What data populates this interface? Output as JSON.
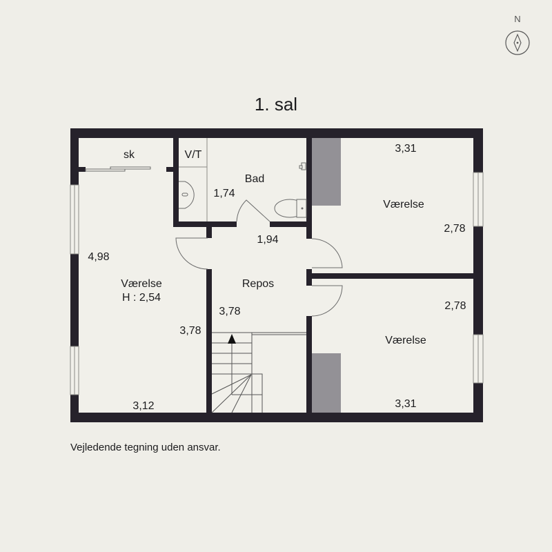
{
  "header": {
    "title": "1. sal",
    "compass_label": "N"
  },
  "rooms": {
    "closet": {
      "label": "sk"
    },
    "laundry": {
      "label": "V/T"
    },
    "bath": {
      "label": "Bad",
      "dimension": "1,74"
    },
    "landing": {
      "label": "Repos",
      "dimension_top": "1,94",
      "dimension_side": "3,78"
    },
    "bedroom_west": {
      "label": "Værelse",
      "height_label": "H : 2,54",
      "dimension_length": "4,98",
      "dimension_side": "3,78",
      "dimension_width": "3,12"
    },
    "bedroom_northeast": {
      "label": "Værelse",
      "dimension_width": "3,31",
      "dimension_depth": "2,78"
    },
    "bedroom_southeast": {
      "label": "Værelse",
      "dimension_width": "3,31",
      "dimension_depth": "2,78"
    }
  },
  "colors": {
    "background": "#efeee8",
    "wall": "#26222b",
    "wardrobe": "#939196",
    "line": "#555555"
  },
  "footer": {
    "disclaimer": "Vejledende tegning uden ansvar."
  }
}
